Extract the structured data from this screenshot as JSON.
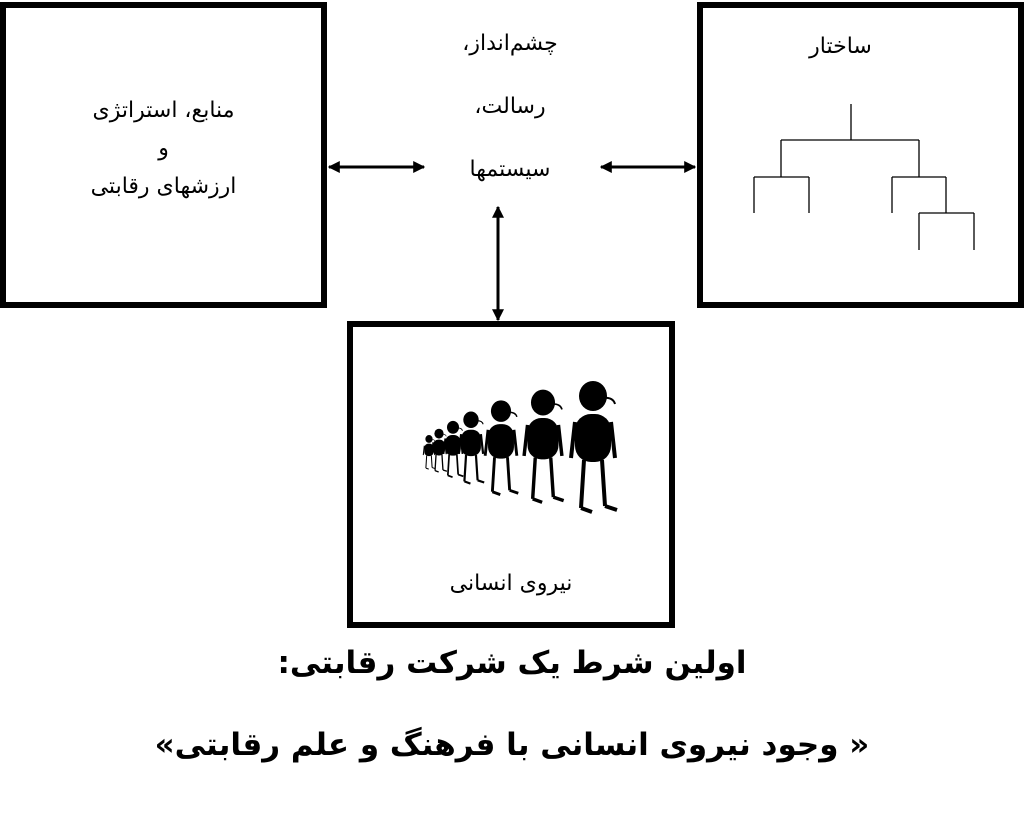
{
  "left_box": {
    "lines": [
      "منابع، استراتژی",
      "و",
      "ارزشهای رقابتی"
    ]
  },
  "center": {
    "lines": [
      "چشم‌انداز،",
      "رسالت،",
      "سیستمها"
    ]
  },
  "right_box": {
    "title": "ساختار",
    "icon": "org-chart-icon"
  },
  "bottom_box": {
    "label": "نیروی انسانی",
    "icon": "walking-people-icon"
  },
  "headline": {
    "line1": "اولین شرط یک شرکت رقابتی:",
    "line2": "« وجود نیروی انسانی با فرهنگ و علم رقابتی»"
  },
  "colors": {
    "stroke": "#000000",
    "background": "#ffffff"
  }
}
